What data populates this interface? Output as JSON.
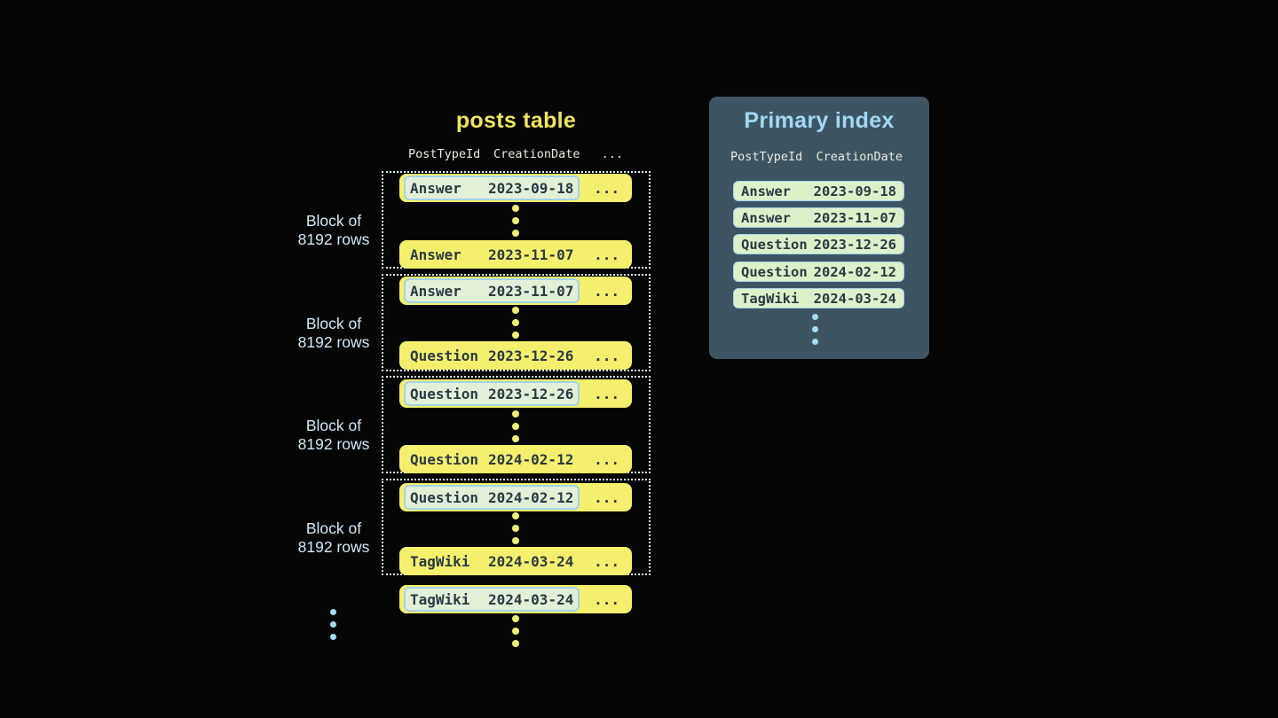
{
  "posts_table": {
    "title": "posts table",
    "headers": {
      "col1": "PostTypeId",
      "col2": "CreationDate",
      "col3": "..."
    },
    "block_label_line1": "Block of",
    "block_label_line2": "8192 rows",
    "blocks": [
      {
        "first": {
          "type": "Answer",
          "date": "2023-09-18"
        },
        "last": {
          "type": "Answer",
          "date": "2023-11-07"
        }
      },
      {
        "first": {
          "type": "Answer",
          "date": "2023-11-07"
        },
        "last": {
          "type": "Question",
          "date": "2023-12-26"
        }
      },
      {
        "first": {
          "type": "Question",
          "date": "2023-12-26"
        },
        "last": {
          "type": "Question",
          "date": "2024-02-12"
        }
      },
      {
        "first": {
          "type": "Question",
          "date": "2024-02-12"
        },
        "last": {
          "type": "TagWiki",
          "date": "2024-03-24"
        }
      }
    ],
    "overflow_row": {
      "type": "TagWiki",
      "date": "2024-03-24"
    },
    "ellipsis": "..."
  },
  "primary_index": {
    "title": "Primary index",
    "headers": {
      "col1": "PostTypeId",
      "col2": "CreationDate"
    },
    "rows": [
      {
        "type": "Answer",
        "date": "2023-09-18"
      },
      {
        "type": "Answer",
        "date": "2023-11-07"
      },
      {
        "type": "Question",
        "date": "2023-12-26"
      },
      {
        "type": "Question",
        "date": "2024-02-12"
      },
      {
        "type": "TagWiki",
        "date": "2024-03-24"
      }
    ]
  },
  "colors": {
    "background": "#050505",
    "row_yellow": "#f4f06e",
    "title_yellow": "#f0e55d",
    "highlight_fill": "#e2f0d7",
    "highlight_border_blue": "#a2d3e8",
    "index_row_fill": "#def0ca",
    "panel_background": "#3e5462",
    "panel_title_blue": "#a0d9f3",
    "block_label_blue": "#cfeaf8",
    "dark_text": "#2b3945",
    "dotted_border": "#d6ecf5"
  }
}
